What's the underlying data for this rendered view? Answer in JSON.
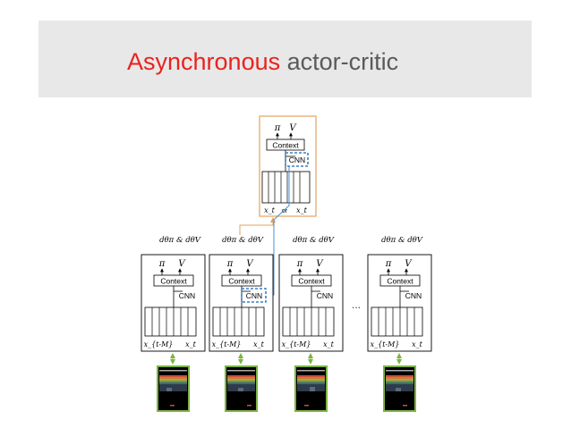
{
  "title": {
    "accent": "Asynchronous",
    "rest": "actor-critic"
  },
  "colors": {
    "accent_red": "#e8231f",
    "title_bg": "#e8e8e8",
    "global_border": "#e5a25d",
    "update_arrow": "#e5a25d",
    "sync_arrow": "#4a8fd1",
    "cnn_highlight": "#3b7fc4",
    "frame_arrow": "#7cb342"
  },
  "global_net": {
    "pi": "π",
    "v": "V",
    "context": "Context",
    "cnn": "CNN",
    "x_left": "x_t",
    "x_mid": "or",
    "x_right": "x_t"
  },
  "workers": [
    {
      "grad": "dθπ & dθV",
      "pi": "π",
      "v": "V",
      "context": "Context",
      "cnn": "CNN",
      "x_left": "x_{t-M}",
      "x_right": "x_t"
    },
    {
      "grad": "dθπ & dθV",
      "pi": "π",
      "v": "V",
      "context": "Context",
      "cnn": "CNN",
      "x_left": "x_{t-M}",
      "x_right": "x_t"
    },
    {
      "grad": "dθπ & dθV",
      "pi": "π",
      "v": "V",
      "context": "Context",
      "cnn": "CNN",
      "x_left": "x_{t-M}",
      "x_right": "x_t"
    },
    {
      "grad": "dθπ & dθV",
      "pi": "π",
      "v": "V",
      "context": "Context",
      "cnn": "CNN",
      "x_left": "x_{t-M}",
      "x_right": "x_t"
    }
  ],
  "ellipsis": "..."
}
